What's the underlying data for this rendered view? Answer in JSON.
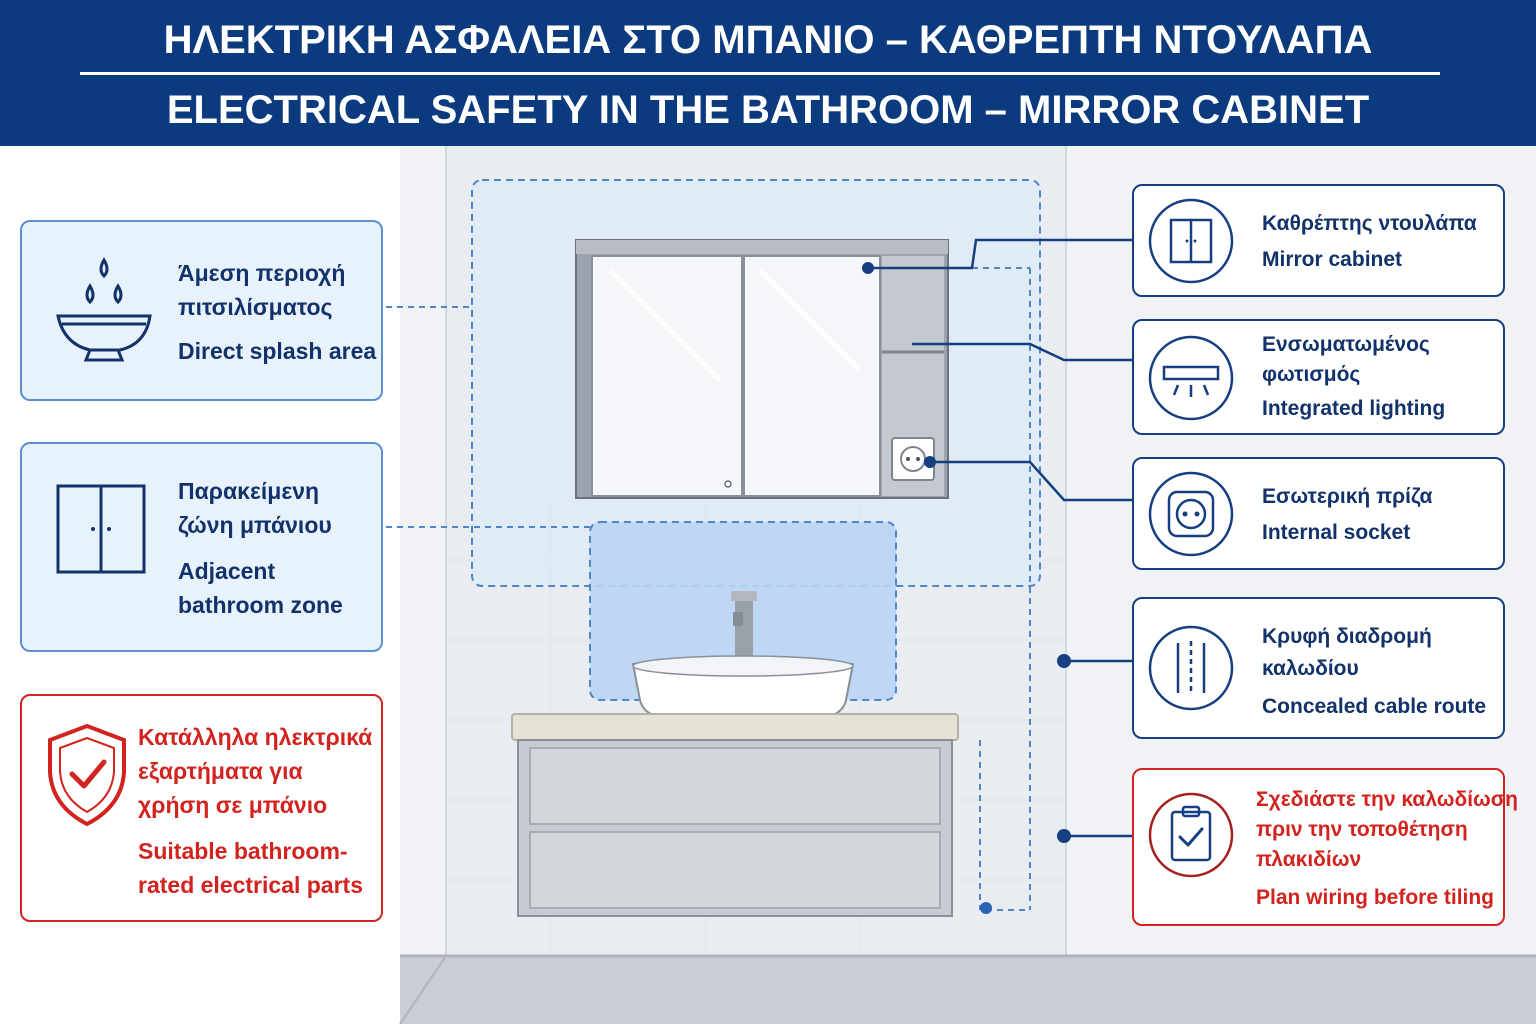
{
  "header": {
    "title_greek": "ΗΛΕΚΤΡΙΚΗ ΑΣΦΑΛΕΙΑ ΣΤΟ ΜΠΑΝΙΟ – ΚΑΘΡΕΠΤΗ ΝΤΟΥΛΑΠΑ",
    "title_english": "ELECTRICAL SAFETY IN THE BATHROOM – MIRROR CABINET"
  },
  "left_cards": [
    {
      "icon": "sink-splash-icon",
      "greek_line1": "Άμεση περιοχή",
      "greek_line2": "πιτσιλίσματος",
      "english_line1": "Direct splash area"
    },
    {
      "icon": "cabinet-doors-icon",
      "greek_line1": "Παρακείμενη",
      "greek_line2": "ζώνη μπάνιου",
      "english_line1": "Adjacent",
      "english_line2": "bathroom zone"
    },
    {
      "icon": "shield-check-icon",
      "greek_line1": "Κατάλληλα ηλεκτρικά",
      "greek_line2": "εξαρτήματα για",
      "greek_line3": "χρήση σε μπάνιο",
      "english_line1": "Suitable bathroom-",
      "english_line2": "rated electrical parts"
    }
  ],
  "right_cards": [
    {
      "icon": "mirror-cabinet-icon",
      "greek_line1": "Καθρέπτης ντουλάπα",
      "english_line1": "Mirror cabinet"
    },
    {
      "icon": "light-fixture-icon",
      "greek_line1": "Ενσωματωμένος",
      "greek_line2": "φωτισμός",
      "english_line1": "Integrated lighting"
    },
    {
      "icon": "socket-icon",
      "greek_line1": "Εσωτερική πρίζα",
      "english_line1": "Internal socket"
    },
    {
      "icon": "cable-route-icon",
      "greek_line1": "Κρυφή διαδρομή",
      "greek_line2": "καλωδίου",
      "english_line1": "Concealed cable route"
    },
    {
      "icon": "clipboard-check-icon",
      "greek_line1": "Σχεδιάστε την καλωδίωση",
      "greek_line2": "πριν την τοποθέτηση",
      "greek_line3": "πλακιδίων",
      "english_line1": "Plan wiring before tiling"
    }
  ],
  "colors": {
    "header_bg": "#0b3a7e",
    "navy": "#153f80",
    "zone_blue": "#4f86c6",
    "warning_red": "#d3231f",
    "zone_fill": "#dbe9f8"
  }
}
